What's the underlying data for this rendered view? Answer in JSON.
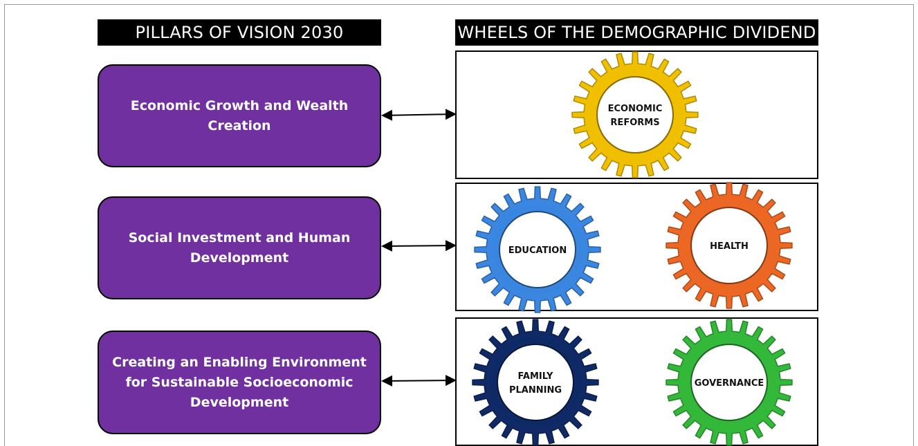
{
  "headers": {
    "left": "PILLARS OF VISION 2030",
    "right": "WHEELS OF THE DEMOGRAPHIC DIVIDEND"
  },
  "pillars": [
    {
      "label": "Economic Growth and Wealth Creation"
    },
    {
      "label": "Social Investment and Human Development"
    },
    {
      "label": "Creating an Enabling Environment for Sustainable Socioeconomic Development"
    }
  ],
  "wheels": [
    {
      "lines": [
        "ECONOMIC",
        "REFORMS"
      ],
      "color": "#f0c000",
      "row": 0
    },
    {
      "lines": [
        "EDUCATION"
      ],
      "color": "#3a86e0",
      "row": 1
    },
    {
      "lines": [
        "HEALTH"
      ],
      "color": "#ec6724",
      "row": 1
    },
    {
      "lines": [
        "FAMILY",
        "PLANNING"
      ],
      "color": "#0f2a66",
      "row": 2
    },
    {
      "lines": [
        "GOVERNANCE"
      ],
      "color": "#33b83a",
      "row": 2
    }
  ]
}
